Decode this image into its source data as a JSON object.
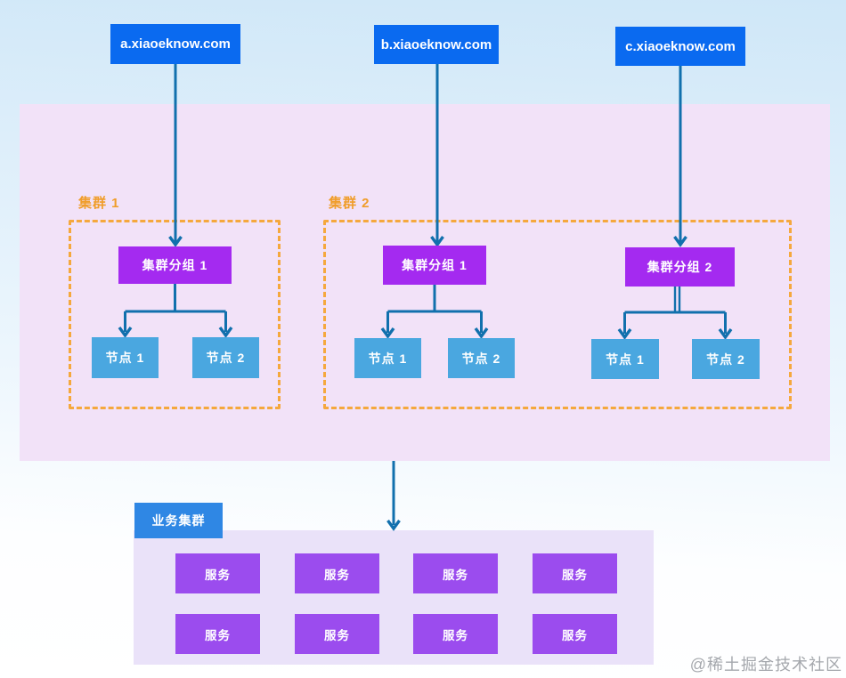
{
  "domains": [
    {
      "label": "a.xiaoeknow.com"
    },
    {
      "label": "b.xiaoeknow.com"
    },
    {
      "label": "c.xiaoeknow.com"
    }
  ],
  "clusters": [
    {
      "label": "集群 1",
      "groups": [
        {
          "label": "集群分组 1",
          "nodes": [
            "节点 1",
            "节点 2"
          ]
        }
      ]
    },
    {
      "label": "集群 2",
      "groups": [
        {
          "label": "集群分组 1",
          "nodes": [
            "节点 1",
            "节点 2"
          ]
        },
        {
          "label": "集群分组 2",
          "nodes": [
            "节点 1",
            "节点 2"
          ]
        }
      ]
    }
  ],
  "business": {
    "label": "业务集群",
    "services": [
      "服务",
      "服务",
      "服务",
      "服务",
      "服务",
      "服务",
      "服务",
      "服务"
    ]
  },
  "watermark": "@稀土掘金技术社区",
  "colors": {
    "domain_box": "#0a6af0",
    "group_box": "#a42af0",
    "node_box": "#4aa7e0",
    "service_box": "#9b4cee",
    "business_label": "#2f87e4",
    "cluster_border": "#f5a83d",
    "cluster_label_text": "#f09d2a",
    "connector": "#1170ad",
    "cluster_area_bg": "#f2e2f8",
    "service_area_bg": "#eae2f9"
  }
}
